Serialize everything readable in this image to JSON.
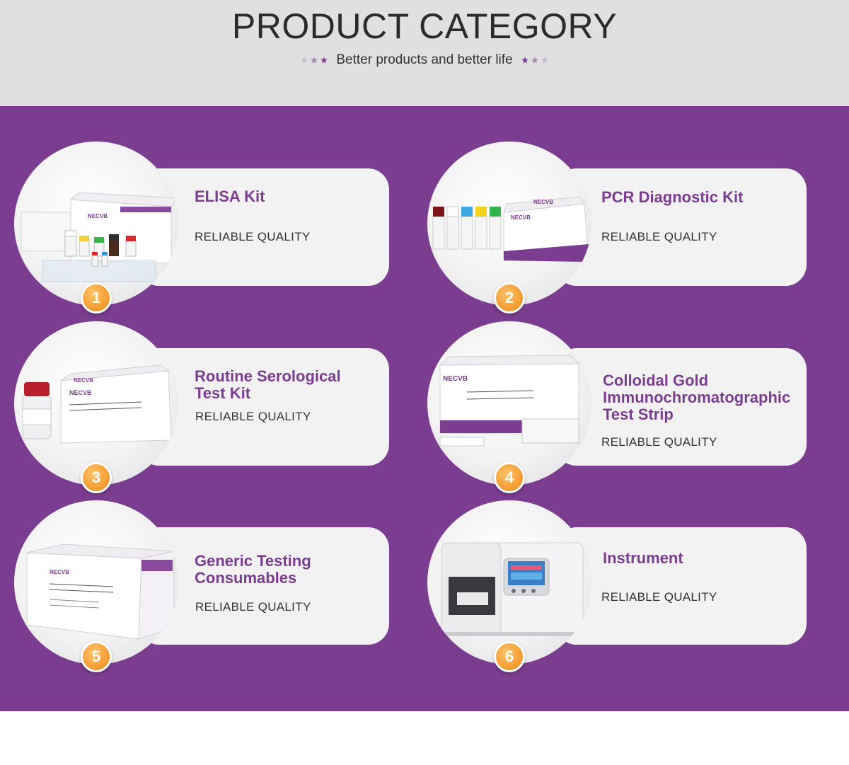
{
  "header": {
    "title": "PRODUCT CATEGORY",
    "subtitle": "Better products and better life",
    "star_color_light": "#b9a7c4",
    "star_color_dark": "#7b3d8f"
  },
  "colors": {
    "panel_background": "#7b3d8f",
    "card_background": "#f2f2f3",
    "title_color": "#7b3d8f",
    "badge_color": "#f7a23a"
  },
  "categories": [
    {
      "number": "1",
      "title": "ELISA  Kit",
      "subtitle": "RELIABLE QUALITY",
      "image_label": "NECVB"
    },
    {
      "number": "2",
      "title": "PCR Diagnostic Kit",
      "subtitle": "RELIABLE QUALITY",
      "image_label": "NECVB"
    },
    {
      "number": "3",
      "title_line1": "Routine Serological",
      "title_line2": "Test Kit",
      "subtitle": "RELIABLE QUALITY",
      "image_label": "NECVB"
    },
    {
      "number": "4",
      "title_line1": "Colloidal Gold",
      "title_line2": "Immunochromatographic",
      "title_line3": "Test Strip",
      "subtitle": "RELIABLE QUALITY",
      "image_label": "NECVB"
    },
    {
      "number": "5",
      "title_line1": "Generic Testing",
      "title_line2": "Consumables",
      "subtitle": "RELIABLE QUALITY",
      "image_label": "NECVB"
    },
    {
      "number": "6",
      "title": "Instrument",
      "subtitle": "RELIABLE QUALITY"
    }
  ]
}
